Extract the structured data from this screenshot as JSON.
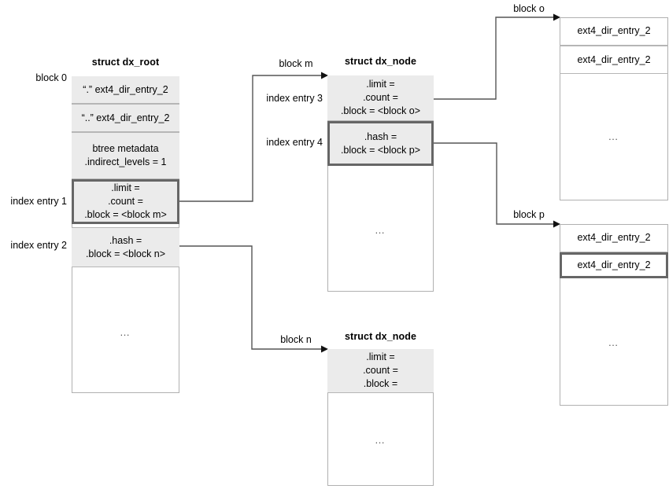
{
  "diagram": {
    "title_root": "struct dx_root",
    "title_node_mid": "struct dx_node",
    "title_node_bottom": "struct dx_node",
    "ellipsis": "…"
  },
  "labels": {
    "block0": "block 0",
    "index_entry_1": "index entry 1",
    "index_entry_2": "index entry 2",
    "index_entry_3": "index entry 3",
    "index_entry_4": "index entry 4",
    "block_m": "block m",
    "block_n": "block n",
    "block_o": "block o",
    "block_p": "block p"
  },
  "dx_root": {
    "rows": [
      {
        "lines": [
          "“.” ext4_dir_entry_2"
        ]
      },
      {
        "lines": [
          "“..” ext4_dir_entry_2"
        ]
      },
      {
        "lines": [
          "btree metadata",
          ".indirect_levels = 1"
        ]
      },
      {
        "lines": [
          ".limit =",
          ".count =",
          ".block = <block m>"
        ]
      },
      {
        "lines": [
          ".hash =",
          ".block = <block n>"
        ]
      }
    ]
  },
  "dx_node_mid": {
    "rows": [
      {
        "lines": [
          ".limit =",
          ".count =",
          ".block = <block o>"
        ]
      },
      {
        "lines": [
          ".hash =",
          ".block = <block p>"
        ]
      }
    ]
  },
  "dx_node_bottom": {
    "rows": [
      {
        "lines": [
          ".limit =",
          ".count =",
          ".block ="
        ]
      }
    ]
  },
  "block_o": {
    "rows": [
      {
        "lines": [
          "ext4_dir_entry_2"
        ]
      },
      {
        "lines": [
          "ext4_dir_entry_2"
        ]
      }
    ]
  },
  "block_p": {
    "rows": [
      {
        "lines": [
          "ext4_dir_entry_2"
        ]
      },
      {
        "lines": [
          "ext4_dir_entry_2"
        ]
      }
    ]
  },
  "colors": {
    "fill_gray": "#ebebeb",
    "border_light": "#b6b6b6",
    "border_highlight": "#666666",
    "wire": "#555555",
    "background": "#ffffff"
  }
}
